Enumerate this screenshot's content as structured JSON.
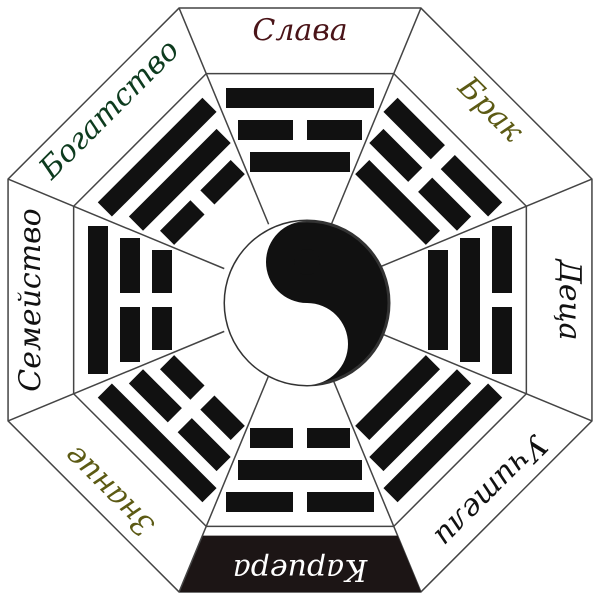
{
  "bagua": {
    "sectors": [
      {
        "key": "top",
        "label": "Слава",
        "color": "#4a1418",
        "lines": [
          1,
          0,
          1
        ],
        "highlighted": false
      },
      {
        "key": "top-right",
        "label": "Брак",
        "color": "#5c5a14",
        "lines": [
          0,
          0,
          1
        ],
        "highlighted": false
      },
      {
        "key": "right",
        "label": "Деца",
        "color": "#111111",
        "lines": [
          0,
          1,
          1
        ],
        "highlighted": false
      },
      {
        "key": "bottom-right",
        "label": "Учители",
        "color": "#111111",
        "lines": [
          1,
          1,
          1
        ],
        "highlighted": false
      },
      {
        "key": "bottom",
        "label": "Кариера",
        "color": "#ffffff",
        "lines": [
          0,
          1,
          0
        ],
        "highlighted": true
      },
      {
        "key": "bottom-left",
        "label": "Знание",
        "color": "#5c5a14",
        "lines": [
          1,
          0,
          0
        ],
        "highlighted": false
      },
      {
        "key": "left",
        "label": "Семейство",
        "color": "#111111",
        "lines": [
          1,
          0,
          0
        ],
        "highlighted": false
      },
      {
        "key": "top-left",
        "label": "Богатство",
        "color": "#0d3b1e",
        "lines": [
          1,
          1,
          0
        ],
        "highlighted": false
      }
    ],
    "colors": {
      "border": "#444444",
      "trigram": "#111111",
      "highlight": "#1c1515",
      "yin": "#111111",
      "yang": "#ffffff"
    }
  }
}
